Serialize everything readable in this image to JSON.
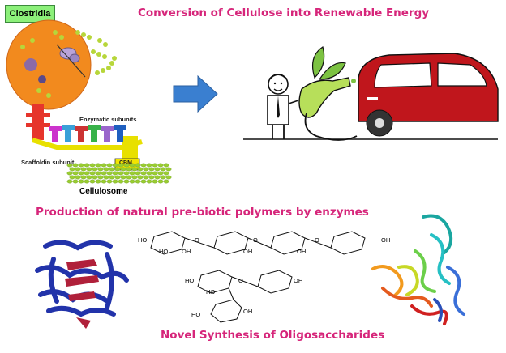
{
  "badge": "Clostridia",
  "headings": {
    "top": "Conversion of Cellulose into Renewable Energy",
    "middle": "Production of natural pre-biotic polymers by enzymes",
    "bottom": "Novel Synthesis of Oligosaccharides"
  },
  "labels": {
    "enzymatic": "Enzymatic subunits",
    "scaffoldin": "Scaffoldin subunit",
    "cbm": "CBM",
    "cellulosome": "Cellulosome"
  },
  "chem": {
    "ho": "HO",
    "oh": "OH",
    "o": "O"
  },
  "colors": {
    "heading": "#d6257a",
    "cell": "#f28a1e",
    "arrow": "#3a7fd0",
    "car": "#c0161c",
    "leaf": "#7cc242",
    "protein_left": "#2233aa",
    "protein_left_accent": "#b0203a"
  }
}
